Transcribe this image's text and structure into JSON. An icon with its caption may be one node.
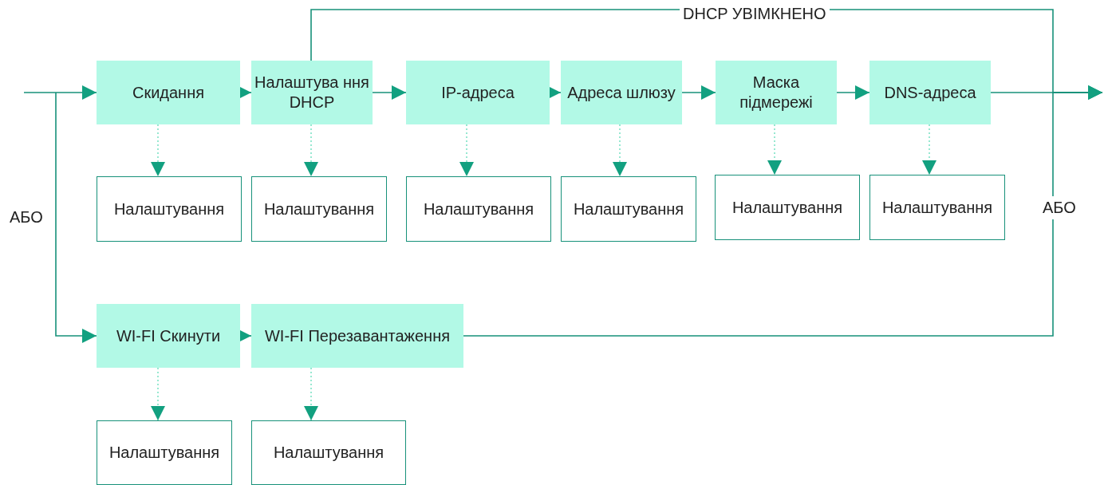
{
  "diagram": {
    "nodes": [
      {
        "text": [
          "Скидання"
        ]
      },
      {
        "text": [
          "Налаштува ння DHCP"
        ]
      },
      {
        "text": [
          "IP-адреса"
        ]
      },
      {
        "text": [
          "Адреса шлюзу"
        ]
      },
      {
        "text": [
          "Маска підмережі"
        ]
      },
      {
        "text": [
          "DNS-адреса"
        ]
      },
      {
        "text": [
          "Налаштування"
        ]
      },
      {
        "text": [
          "Налаштування"
        ]
      },
      {
        "text": [
          "Налаштування"
        ]
      },
      {
        "text": [
          "Налаштування"
        ]
      },
      {
        "text": [
          "Налаштування"
        ]
      },
      {
        "text": [
          "Налаштування"
        ]
      },
      {
        "text": [
          "WI-FI Скинути"
        ]
      },
      {
        "text": [
          "WI-FI Перезавантаження"
        ]
      },
      {
        "text": [
          "Налаштування"
        ]
      },
      {
        "text": [
          "Налаштування"
        ]
      }
    ],
    "edges": [
      {
        "from": null,
        "to": 0,
        "arrow": "to"
      },
      {
        "from": null,
        "to": 12,
        "arrow": "to"
      },
      {
        "from": 0,
        "to": 1,
        "arrow": "to"
      },
      {
        "from": 1,
        "to": 2,
        "arrow": "to"
      },
      {
        "from": 2,
        "to": 3,
        "arrow": "to"
      },
      {
        "from": 3,
        "to": 4,
        "arrow": "to"
      },
      {
        "from": 4,
        "to": 5,
        "arrow": "to"
      },
      {
        "from": 5,
        "to": null,
        "arrow": "to"
      },
      {
        "from": 1,
        "to": null,
        "arrow": "to",
        "label": "DHCP  УВІМКНЕНО"
      },
      {
        "from": 13,
        "to": null,
        "arrow": "to"
      },
      {
        "from": 12,
        "to": 13,
        "arrow": "to"
      },
      {
        "from": 0,
        "to": 6,
        "arrow": "to",
        "style": "dashed",
        "color": "#7ee3c6"
      },
      {
        "from": 1,
        "to": 7,
        "arrow": "to",
        "style": "dashed",
        "color": "#7ee3c6"
      },
      {
        "from": 2,
        "to": 8,
        "arrow": "to",
        "style": "dashed",
        "color": "#7ee3c6"
      },
      {
        "from": 3,
        "to": 9,
        "arrow": "to",
        "style": "dashed",
        "color": "#7ee3c6"
      },
      {
        "from": 4,
        "to": 10,
        "arrow": "to",
        "style": "dashed",
        "color": "#7ee3c6"
      },
      {
        "from": 5,
        "to": 11,
        "arrow": "to",
        "style": "dashed",
        "color": "#7ee3c6"
      },
      {
        "from": 12,
        "to": 14,
        "arrow": "to",
        "style": "dashed",
        "color": "#7ee3c6"
      },
      {
        "from": 13,
        "to": 15,
        "arrow": "to",
        "style": "dashed",
        "color": "#7ee3c6"
      }
    ],
    "labels": [
      "АБО",
      "АБО"
    ]
  }
}
